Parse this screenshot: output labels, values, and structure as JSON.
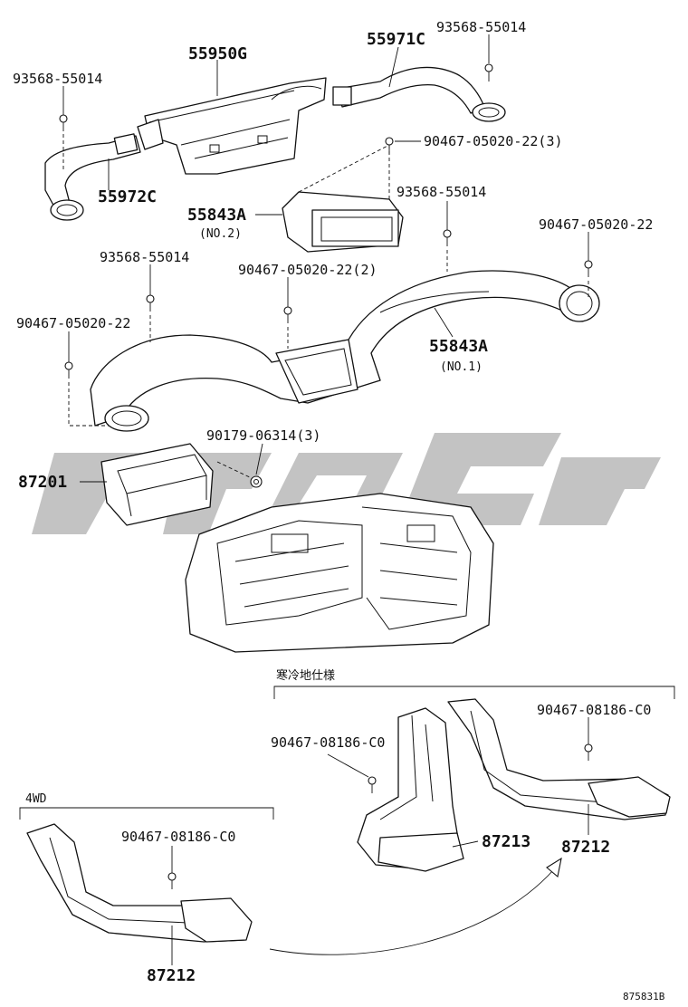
{
  "labels": {
    "p55950G": "55950G",
    "p55971C": "55971C",
    "p93568_top": "93568-55014",
    "p93568_left": "93568-55014",
    "p90467_3": "90467-05020-22(3)",
    "p55972C": "55972C",
    "p55843A_no2": "55843A",
    "p55843A_no2_sub": "(NO.2)",
    "p93568_mid": "93568-55014",
    "p90467_right": "90467-05020-22",
    "p93568_lower": "93568-55014",
    "p90467_2": "90467-05020-22(2)",
    "p90467_left": "90467-05020-22",
    "p55843A_no1": "55843A",
    "p55843A_no1_sub": "(NO.1)",
    "p90179": "90179-06314(3)",
    "p87201": "87201",
    "cold_spec": "寒冷地仕様",
    "p90467_c0_a": "90467-08186-C0",
    "p90467_c0_b": "90467-08186-C0",
    "p90467_c0_c": "90467-08186-C0",
    "p87213": "87213",
    "p87212_right": "87212",
    "fourwd": "4WD",
    "p87212_bottom": "87212",
    "diagram_code": "875831B"
  },
  "colors": {
    "line": "#111111",
    "watermark": "#b9b9b9",
    "background": "#ffffff"
  }
}
